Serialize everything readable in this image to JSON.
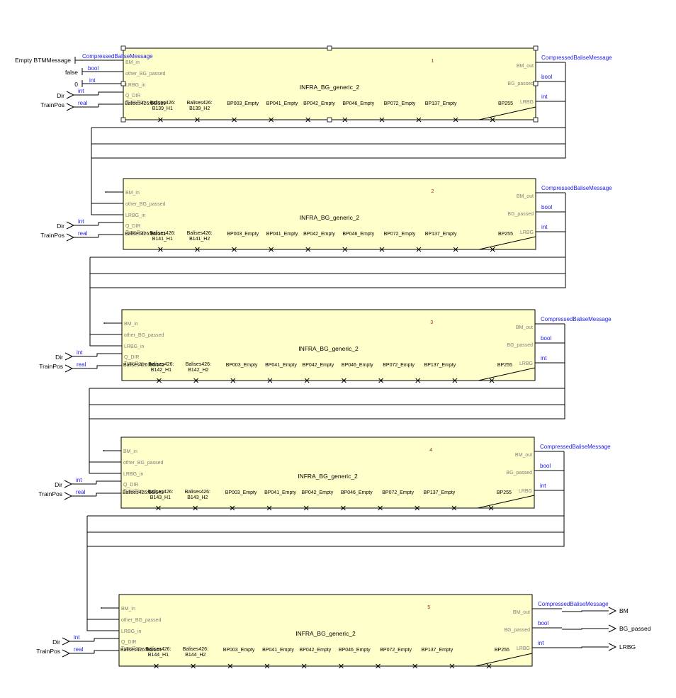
{
  "diagram": {
    "block_name": "INFRA_BG_generic_2",
    "input_ports": [
      "BM_in",
      "other_BG_passed",
      "LRBG_in",
      "Q_DIR",
      "TrainPos"
    ],
    "output_ports": [
      "BM_out",
      "BG_passed",
      "LRBG"
    ],
    "param_outputs": [
      "BP003_Empty",
      "BP041_Empty",
      "BP042_Empty",
      "BP046_Empty",
      "BP072_Empty",
      "BP137_Empty",
      "BP255"
    ],
    "signal_types": {
      "message": "CompressedBaliseMessage",
      "bool": "bool",
      "int": "int",
      "real": "real"
    },
    "input_labels": {
      "dir": "Dir",
      "train_pos": "TrainPos",
      "bm_const": "Empty BTMMessage",
      "passed_const": "false",
      "lrbg_const": "0"
    },
    "outputs_final": {
      "bm": "BM",
      "bg_passed": "BG_passed",
      "lrbg": "LRBG"
    },
    "blocks": [
      {
        "number": "1",
        "bg_param": "Balises426:BG139",
        "h1_top": "Balises426:",
        "h1_bottom": "B139_H1",
        "h2_top": "Balises426:",
        "h2_bottom": "B139_H2"
      },
      {
        "number": "2",
        "bg_param": "Balises426:BG141",
        "h1_top": "Balises426:",
        "h1_bottom": "B141_H1",
        "h2_top": "Balises426:",
        "h2_bottom": "B141_H2"
      },
      {
        "number": "3",
        "bg_param": "Balises426:BG142",
        "h1_top": "Balises426:",
        "h1_bottom": "B142_H1",
        "h2_top": "Balises426:",
        "h2_bottom": "B142_H2"
      },
      {
        "number": "4",
        "bg_param": "Balises426:BG143",
        "h1_top": "Balises426:",
        "h1_bottom": "B143_H1",
        "h2_top": "Balises426:",
        "h2_bottom": "B143_H2"
      },
      {
        "number": "5",
        "bg_param": "Balises426:BG144",
        "h1_top": "Balises426:",
        "h1_bottom": "B144_H1",
        "h2_top": "Balises426:",
        "h2_bottom": "B144_H2"
      }
    ],
    "colors": {
      "block_fill": "#ffffcc",
      "line": "#000000",
      "type_text": "#1a1aee",
      "port_text": "#7f7f7f",
      "block_number": "#9a2020"
    }
  }
}
